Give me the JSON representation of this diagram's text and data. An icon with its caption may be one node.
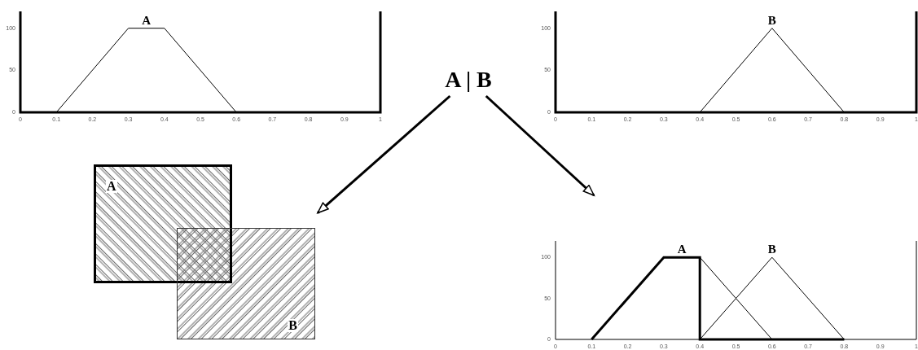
{
  "diagram": {
    "nodes": [
      {
        "text": [
          "A | B"
        ]
      },
      {
        "text": [],
        "shape": "picture"
      },
      {
        "text": [
          "A"
        ],
        "in": 1
      },
      {
        "text": [
          "B"
        ],
        "in": 1
      },
      {
        "text": [],
        "shape": "picture"
      }
    ],
    "edges": [
      {
        "from": 0,
        "to": 1,
        "arrow": "to"
      },
      {
        "from": 0,
        "to": 4,
        "arrow": "to"
      }
    ],
    "chart_data": [
      {
        "type": "line",
        "x": [
          0.1,
          0.3,
          0.4,
          0.6
        ],
        "series": [
          {
            "name": "A",
            "color": "#000000",
            "values": [
              0,
              100,
              100,
              0
            ]
          }
        ],
        "xlim": [
          0,
          1
        ],
        "ylim": [
          0,
          120
        ],
        "xticks": [
          0,
          0.1,
          0.2,
          0.3,
          0.4,
          0.5,
          0.6,
          0.7,
          0.8,
          0.9,
          1
        ],
        "yticks": [
          0,
          50,
          100
        ]
      },
      {
        "type": "line",
        "x": [
          0.4,
          0.6,
          0.8
        ],
        "series": [
          {
            "name": "B",
            "color": "#000000",
            "values": [
              0,
              100,
              0
            ]
          }
        ],
        "xlim": [
          0,
          1
        ],
        "ylim": [
          0,
          120
        ],
        "xticks": [
          0,
          0.1,
          0.2,
          0.3,
          0.4,
          0.5,
          0.6,
          0.7,
          0.8,
          0.9,
          1
        ],
        "yticks": [
          0,
          50,
          100
        ]
      },
      {
        "type": "line",
        "x": [
          0.1,
          0.3,
          0.4,
          0.4,
          0.5,
          0.6,
          0.8
        ],
        "series": [
          {
            "name": "A",
            "color": "#000000",
            "values": [
              0,
              100,
              100,
              100,
              50,
              0,
              null
            ]
          },
          {
            "name": "B",
            "color": "#000000",
            "values": [
              null,
              null,
              null,
              0,
              50,
              100,
              0
            ]
          },
          {
            "color": "#000000",
            "values": [
              0,
              100,
              100,
              0,
              0,
              0,
              0
            ]
          }
        ],
        "xlim": [
          0,
          1
        ],
        "ylim": [
          0,
          120
        ],
        "xticks": [
          0,
          0.1,
          0.2,
          0.3,
          0.4,
          0.5,
          0.6,
          0.7,
          0.8,
          0.9,
          1
        ],
        "yticks": [
          0,
          50,
          100
        ]
      }
    ]
  }
}
